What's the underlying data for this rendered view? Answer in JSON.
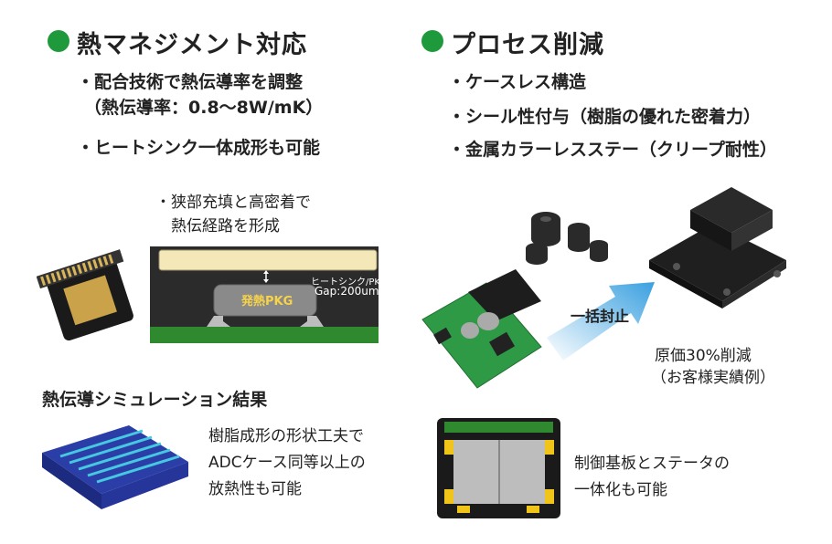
{
  "left": {
    "heading": "熱マネジメント対応",
    "bullets": [
      "・配合技術で熱伝導率を調整",
      "（熱伝導率：0.8～8W/mK）",
      "・ヒートシンク一体成形も可能"
    ],
    "callout": [
      "・狭部充填と高密着で",
      "　熱伝経路を形成"
    ],
    "pkg_label": "発熱PKG",
    "gap_label_1": "ヒートシンク/PKG間",
    "gap_label_2": "Gap:200um",
    "sim_title": "熱伝導シミュレーション結果",
    "sim_text": [
      "樹脂成形の形状工夫で",
      "ADCケース同等以上の",
      "放熱性も可能"
    ]
  },
  "right": {
    "heading": "プロセス削減",
    "bullets": [
      "・ケースレス構造",
      "・シール性付与（樹脂の優れた密着力）",
      "・金属カラーレスステー（クリープ耐性）"
    ],
    "arrow_label": "一括封止",
    "cost_text": [
      "原価30%削減",
      "（お客様実績例）"
    ],
    "bottom_text": [
      "制御基板とステータの",
      "一体化も可能"
    ]
  },
  "colors": {
    "accent": "#1e9a3c",
    "pkg": "#f7d34a",
    "arrow": "#5fb0e6"
  }
}
